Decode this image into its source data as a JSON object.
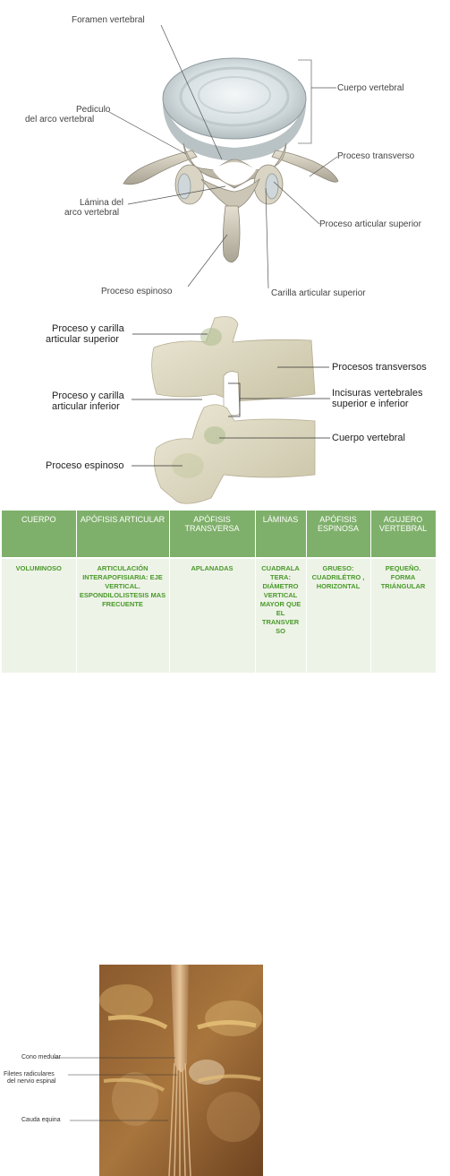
{
  "figure1": {
    "labels": {
      "foramen": "Foramen vertebral",
      "cuerpo": "Cuerpo vertebral",
      "pediculo_1": "Pediculo",
      "pediculo_2": "del arco vertebral",
      "transverso": "Proceso transverso",
      "lamina_1": "Lámina del",
      "lamina_2": "arco vertebral",
      "articular_sup": "Proceso articular superior",
      "espinoso": "Proceso espinoso",
      "carilla": "Carilla articular superior"
    }
  },
  "figure2": {
    "labels": {
      "proc_sup_1": "Proceso  y carilla",
      "proc_sup_2": "articular superior",
      "transversos": "Procesos transversos",
      "proc_inf_1": "Proceso y carilla",
      "proc_inf_2": "articular inferior",
      "incisuras_1": "Incisuras vertebrales",
      "incisuras_2": "superior e inferior",
      "cuerpo": "Cuerpo vertebral",
      "espinoso": "Proceso espinoso"
    }
  },
  "table": {
    "headers": [
      "CUERPO",
      "APÓFISIS ARTICULAR",
      "APÓFISIS TRANSVERSA",
      "LÁMINAS",
      "APÓFISIS ESPINOSA",
      "AGUJERO VERTEBRAL"
    ],
    "row": [
      "VOLUMINOSO",
      "ARTICULACIÓN INTERAPOFISIARIA: EJE VERTICAL. ESPONDILOLISTESIS MAS FRECUENTE",
      "APLANADAS",
      "CUADRALA TERA: DIÁMETRO VERTICAL MAYOR QUE EL TRANSVER SO",
      "GRUESO: CUADRILÉTRO , HORIZONTAL",
      "PEQUEÑO. FORMA TRIÁNGULAR"
    ]
  },
  "figure3": {
    "labels": {
      "cono": "Cono medular",
      "filetes_1": "Filetes radiculares",
      "filetes_2": "del nervio espinal",
      "cauda": "Cauda equina"
    }
  },
  "colors": {
    "header_bg": "#7fb06b",
    "cell_bg": "#eef3e8",
    "cell_text": "#4a9a2a",
    "bone": "#ddd8c8"
  }
}
